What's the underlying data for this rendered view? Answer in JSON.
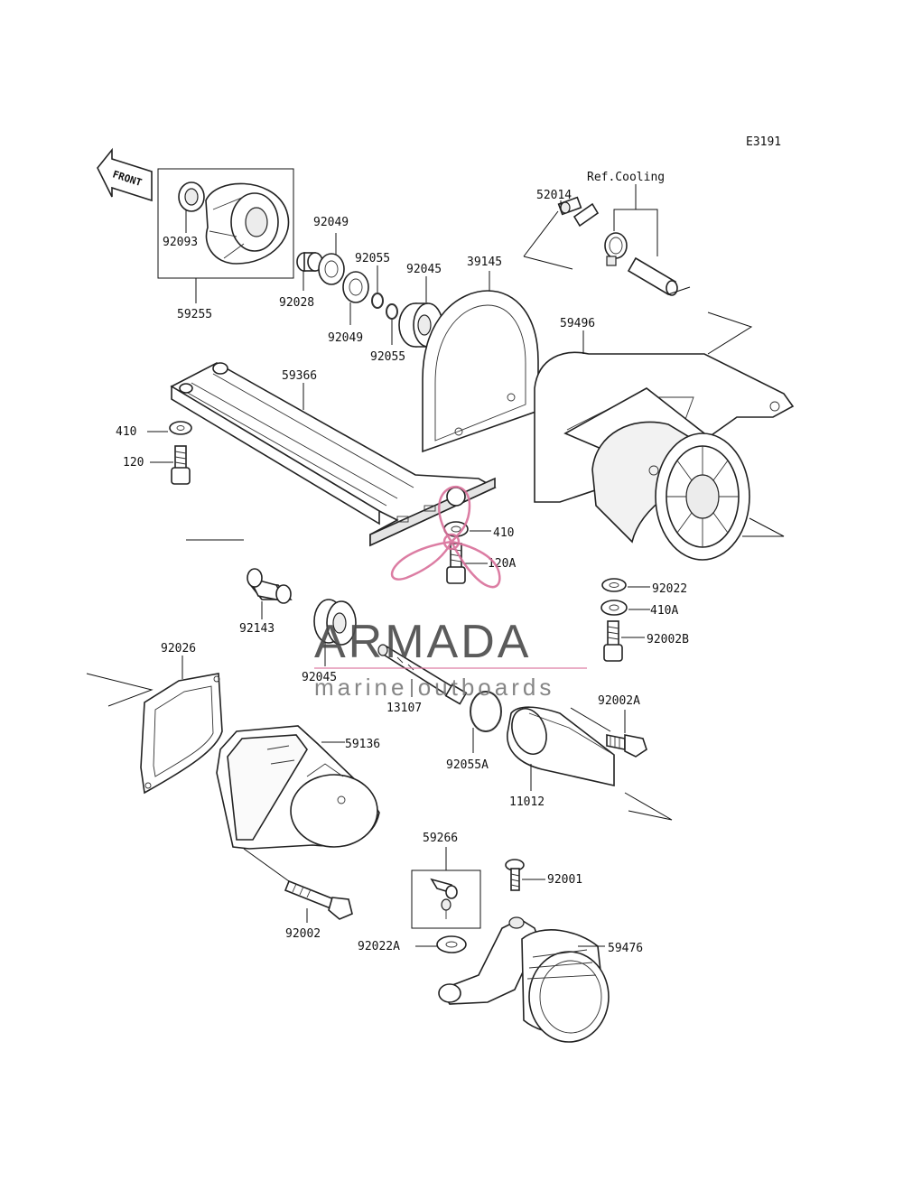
{
  "diagram_code": "E3191",
  "front_label": "FRONT",
  "ref_label": "Ref.Cooling",
  "watermark": {
    "brand": "ARMADA",
    "sub": "marine outboards",
    "color": "#d9709a"
  },
  "parts": {
    "p92093": "92093",
    "p59255": "59255",
    "p92049a": "92049",
    "p92055a": "92055",
    "p92045a": "92045",
    "p39145": "39145",
    "p52014": "52014",
    "p92028": "92028",
    "p92049b": "92049",
    "p92055b": "92055",
    "p59496": "59496",
    "p59366": "59366",
    "p410": "410",
    "p120": "120",
    "p410b": "410",
    "p120A": "120A",
    "p92022": "92022",
    "p410A": "410A",
    "p92002B": "92002B",
    "p92143": "92143",
    "p92026": "92026",
    "p92045b": "92045",
    "p13107": "13107",
    "p92002A": "92002A",
    "p59136": "59136",
    "p92055A": "92055A",
    "p11012": "11012",
    "p59266": "59266",
    "p92001": "92001",
    "p92002": "92002",
    "p92022A": "92022A",
    "p59476": "59476"
  }
}
